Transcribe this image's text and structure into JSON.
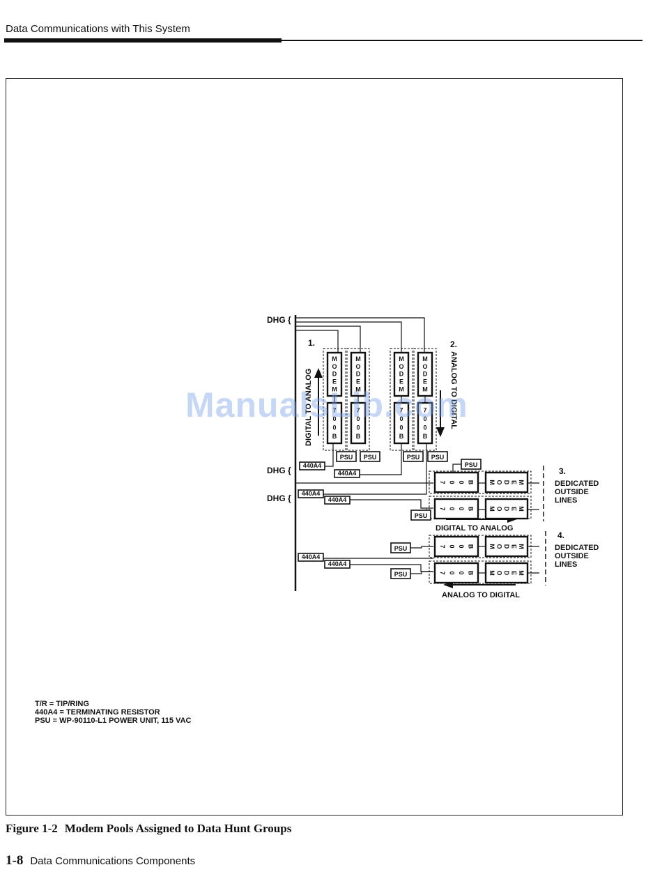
{
  "header": {
    "running_title": "Data Communications with This System"
  },
  "diagram": {
    "dhg_labels": [
      "DHG {",
      "DHG {",
      "DHG {"
    ],
    "group1": {
      "number": "1.",
      "direction": "DIGITAL TO ANALOG"
    },
    "group2": {
      "number": "2.",
      "direction": "ANALOG TO DIGITAL"
    },
    "group3": {
      "number": "3.",
      "line1": "DEDICATED",
      "line2": "OUTSIDE",
      "line3": "LINES",
      "direction": "DIGITAL TO ANALOG"
    },
    "group4": {
      "number": "4.",
      "line1": "DEDICATED",
      "line2": "OUTSIDE",
      "line3": "LINES",
      "direction": "ANALOG TO DIGITAL"
    },
    "modem_label": "MODEM",
    "unit_label": "700B",
    "psu_label": "PSU",
    "resistor_label": "440A4"
  },
  "legend": {
    "line1": "T/R = TIP/RING",
    "line2": "440A4  = TERMINATING RESISTOR",
    "line3": "PSU = WP-90110-L1 POWER UNIT, 115 VAC"
  },
  "caption": {
    "label": "Figure 1-2",
    "title": "Modem Pools Assigned to Data Hunt Groups"
  },
  "footer": {
    "page": "1-8",
    "section": "Data Communications Components"
  },
  "watermark": "ManualsLib.com"
}
